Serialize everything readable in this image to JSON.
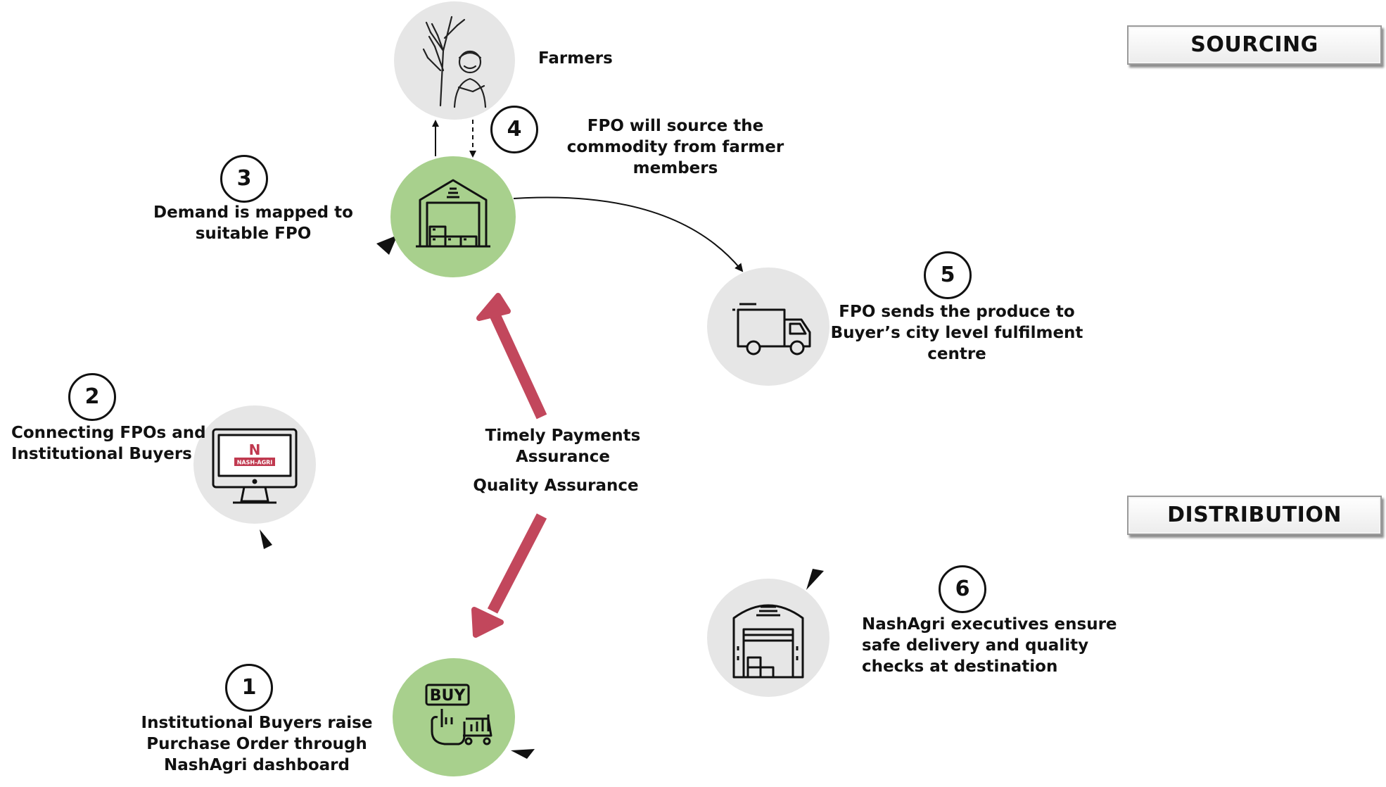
{
  "phases": {
    "sourcing": "SOURCING",
    "distribution": "DISTRIBUTION"
  },
  "steps": [
    {
      "num": "1",
      "lines": [
        "Institutional  Buyers raise",
        "Purchase Order through",
        "NashAgri dashboard"
      ]
    },
    {
      "num": "2",
      "lines": [
        "Connecting FPOs and",
        "Institutional Buyers"
      ]
    },
    {
      "num": "3",
      "lines": [
        "Demand is mapped to",
        "suitable FPO"
      ]
    },
    {
      "num": "4",
      "lines": [
        "FPO will source the",
        "commodity from farmer",
        "members"
      ]
    },
    {
      "num": "5",
      "lines": [
        "FPO sends the produce to",
        "Buyer’s city level fulfilment",
        "centre"
      ]
    },
    {
      "num": "6",
      "lines": [
        "NashAgri executives ensure",
        "safe delivery and quality",
        "checks at destination"
      ]
    }
  ],
  "farmers_label": "Farmers",
  "center": {
    "payments_lines": [
      "Timely Payments",
      "Assurance"
    ],
    "quality": "Quality Assurance"
  },
  "icons": {
    "buy": {
      "name": "buy-cart-icon",
      "text": "BUY"
    },
    "monitor": {
      "name": "nashagri-monitor-icon",
      "logo_letter": "N",
      "logo_text": "NASH-AGRI"
    },
    "warehouse": "warehouse-icon",
    "farmer": "farmer-icon",
    "truck": "delivery-truck-icon",
    "fulfilment": "fulfilment-centre-icon"
  },
  "colors": {
    "green": "#a8d08d",
    "grey": "#e6e6e6",
    "arrow_red": "#c2475c",
    "logo_red": "#c0394f"
  }
}
